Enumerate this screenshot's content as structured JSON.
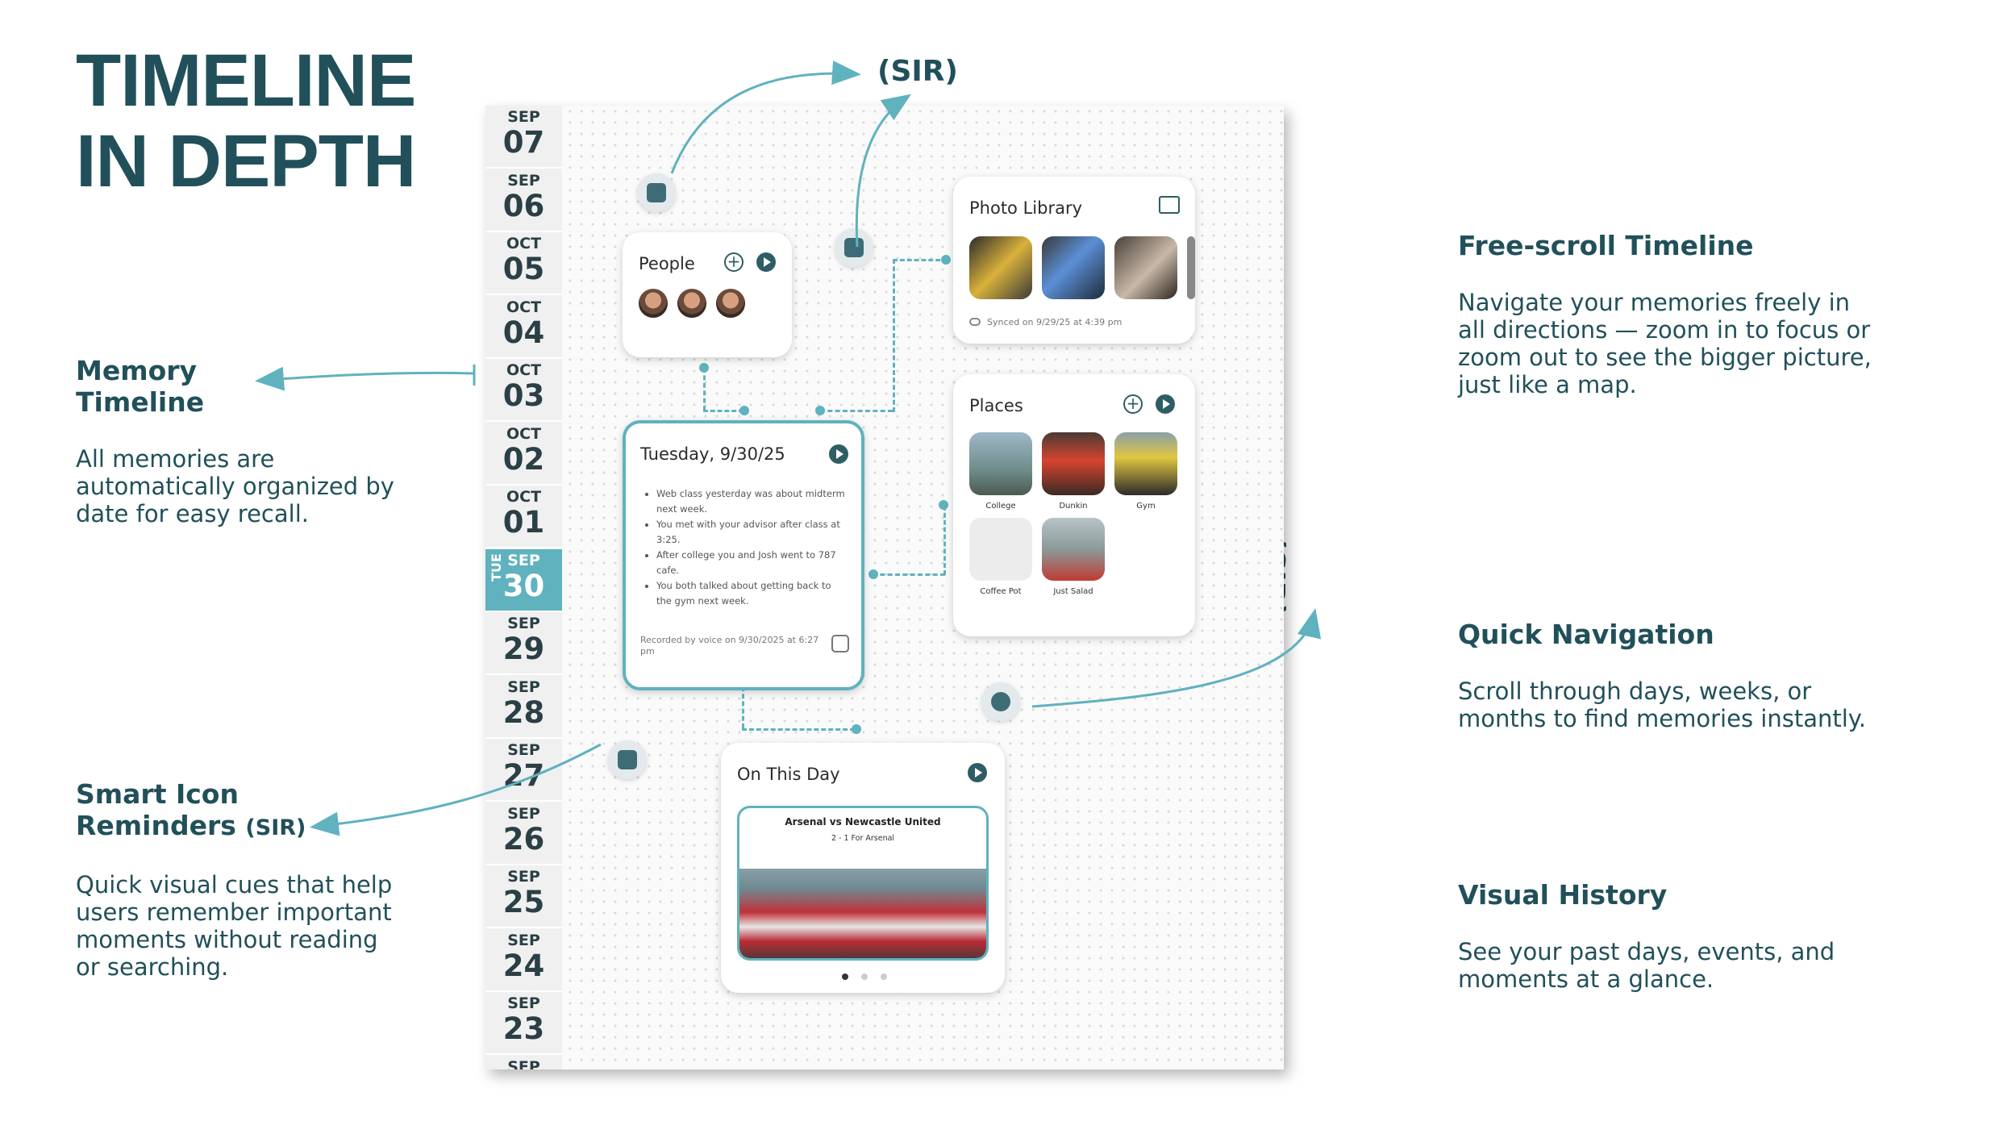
{
  "title": {
    "line1": "TIMELINE",
    "line2": "IN DEPTH"
  },
  "left_notes": [
    {
      "head1": "Memory",
      "head2": "Timeline",
      "body": [
        "All memories are",
        "automatically organized by",
        "date for easy recall."
      ]
    },
    {
      "head1": "Smart Icon",
      "head2": "Reminders",
      "head2_suffix": "(SIR)",
      "body": [
        "Quick visual cues that help",
        "users remember important",
        "moments without reading",
        "or searching."
      ]
    }
  ],
  "right_notes": [
    {
      "head": "Free-scroll Timeline",
      "body": [
        "Navigate your memories freely in",
        "all directions — zoom in to focus or",
        "zoom out to see the bigger picture,",
        "just like a map."
      ]
    },
    {
      "head": "Quick Navigation",
      "body": [
        "Scroll through days, weeks, or",
        "months to find memories instantly."
      ]
    },
    {
      "head": "Visual History",
      "body": [
        "See your past days, events, and",
        "moments at a glance."
      ]
    }
  ],
  "sir_label": "(SIR)",
  "dates": [
    {
      "mo": "SEP",
      "dy": "07"
    },
    {
      "mo": "SEP",
      "dy": "06"
    },
    {
      "mo": "OCT",
      "dy": "05"
    },
    {
      "mo": "OCT",
      "dy": "04"
    },
    {
      "mo": "OCT",
      "dy": "03"
    },
    {
      "mo": "OCT",
      "dy": "02"
    },
    {
      "mo": "OCT",
      "dy": "01"
    },
    {
      "mo": "SEP",
      "dy": "30",
      "wd": "TUE"
    },
    {
      "mo": "SEP",
      "dy": "29"
    },
    {
      "mo": "SEP",
      "dy": "28"
    },
    {
      "mo": "SEP",
      "dy": "27"
    },
    {
      "mo": "SEP",
      "dy": "26"
    },
    {
      "mo": "SEP",
      "dy": "25"
    },
    {
      "mo": "SEP",
      "dy": "24"
    },
    {
      "mo": "SEP",
      "dy": "23"
    },
    {
      "mo": "SEP",
      "dy": ""
    }
  ],
  "people": {
    "title": "People"
  },
  "photo_library": {
    "title": "Photo Library",
    "synced": "Synced on 9/29/25 at 4:39 pm"
  },
  "day_card": {
    "title": "Tuesday,  9/30/25",
    "bullets": [
      "Web class yesterday was about midterm next week.",
      "You met with your advisor after class at 3:25.",
      "After college you and Josh went to 787 cafe.",
      "You both talked about getting back to the gym next week."
    ],
    "recorded": "Recorded by voice on 9/30/2025 at 6:27 pm"
  },
  "places": {
    "title": "Places",
    "items": [
      "College",
      "Dunkin",
      "Gym",
      "Coffee Pot",
      "Just Salad"
    ]
  },
  "on_this_day": {
    "title": "On This Day",
    "match_title": "Arsenal vs Newcastle United",
    "match_score": "2 - 1 For Arsenal"
  },
  "colors": {
    "teal": "#5fb2be",
    "dark": "#21505a"
  }
}
